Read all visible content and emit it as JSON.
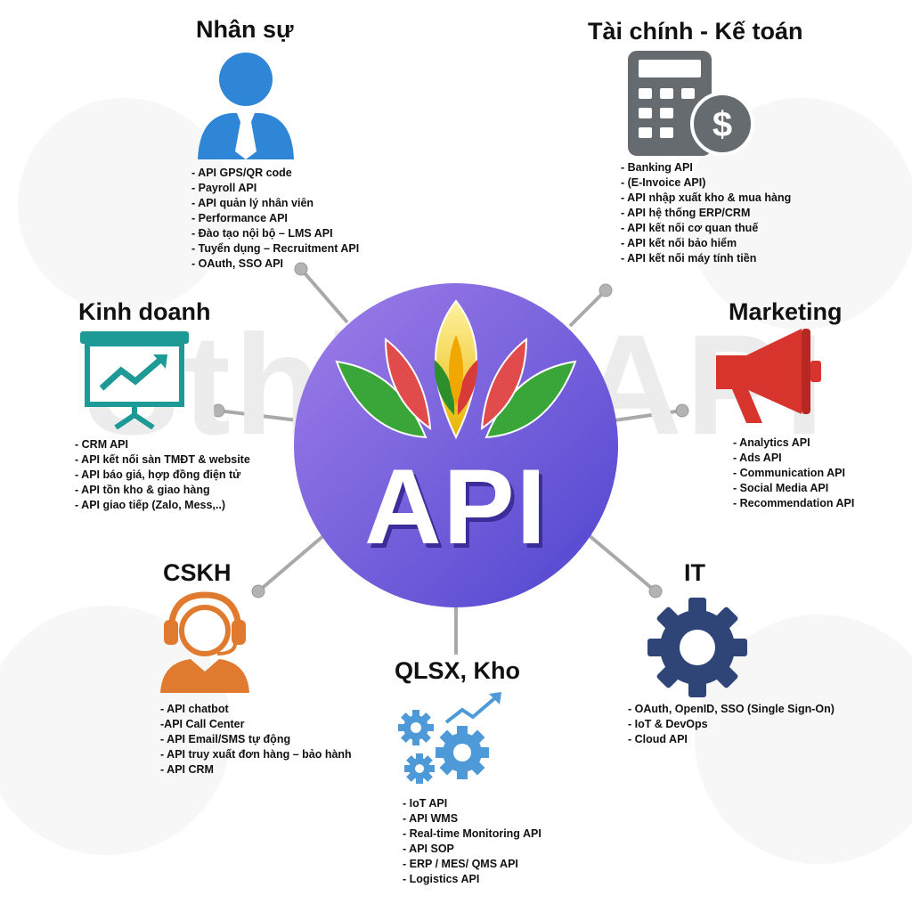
{
  "watermark": "Sthink API",
  "center": {
    "label": "API",
    "colors": {
      "circle_start": "#9b7be8",
      "circle_end": "#5a48d4"
    }
  },
  "departments": {
    "nhan_su": {
      "title": "Nhân sự",
      "items": [
        "- API GPS/QR code",
        "- Payroll API",
        "- API quản lý nhân viên",
        "- Performance API",
        "- Đào tạo nội bộ – LMS API",
        "- Tuyển dụng – Recruitment API",
        "- OAuth, SSO API"
      ]
    },
    "tai_chinh": {
      "title": "Tài chính - Kế toán",
      "items": [
        "- Banking API",
        "-  (E-Invoice API)",
        "- API nhập xuất kho & mua hàng",
        "- API hệ thống ERP/CRM",
        "- API kết nối cơ quan thuế",
        "- API kết nối bảo hiểm",
        "- API kết nối máy tính tiền"
      ]
    },
    "kinh_doanh": {
      "title": "Kinh doanh",
      "items": [
        "- CRM API",
        "- API kết nối sàn TMĐT & website",
        "- API báo giá, hợp đồng điện tử",
        "- API tồn kho & giao hàng",
        "- API giao tiếp (Zalo, Mess,..)"
      ]
    },
    "marketing": {
      "title": "Marketing",
      "items": [
        "- Analytics API",
        "- Ads API",
        "- Communication API",
        "- Social Media API",
        "- Recommendation API"
      ]
    },
    "cskh": {
      "title": "CSKH",
      "items": [
        "- API chatbot",
        "-API Call Center",
        "- API Email/SMS tự động",
        "- API truy xuất đơn hàng – bảo hành",
        "- API CRM"
      ]
    },
    "it": {
      "title": "IT",
      "items": [
        "- OAuth, OpenID, SSO (Single Sign-On)",
        "- IoT & DevOps",
        "- Cloud API"
      ]
    },
    "qlsx": {
      "title": "QLSX, Kho",
      "items": [
        "- IoT API",
        "- API WMS",
        "- Real-time Monitoring API",
        "- API SOP",
        "- ERP / MES/ QMS API",
        "- Logistics API"
      ]
    }
  },
  "icons": {
    "nhan_su": "person-tie-icon",
    "tai_chinh": "calculator-dollar-icon",
    "kinh_doanh": "presentation-chart-icon",
    "marketing": "megaphone-icon",
    "cskh": "headset-agent-icon",
    "it": "gear-icon",
    "qlsx": "gears-growth-icon"
  }
}
